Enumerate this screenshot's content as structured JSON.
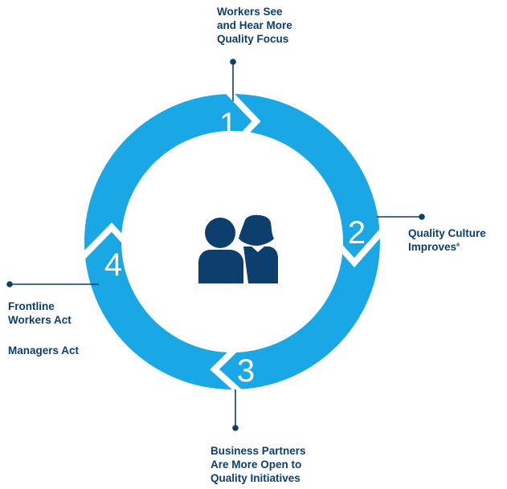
{
  "diagram": {
    "colors": {
      "ring": "#1aa7e6",
      "separator": "#ffffff",
      "label_text": "#0d3f6e",
      "leader_line": "#0d3f6e",
      "people_icon": "#0d3f6e"
    },
    "center_icon": "people-icon",
    "steps": [
      {
        "number": "1",
        "label": "Workers See\nand Hear More\nQuality Focus"
      },
      {
        "number": "2",
        "label": "Quality Culture\nImproves",
        "footnote_marker": "a"
      },
      {
        "number": "3",
        "label": "Business Partners\nAre More Open to\nQuality Initiatives"
      },
      {
        "number": "4",
        "label": "Frontline\nWorkers Act",
        "label_extra": "Managers Act"
      }
    ]
  }
}
